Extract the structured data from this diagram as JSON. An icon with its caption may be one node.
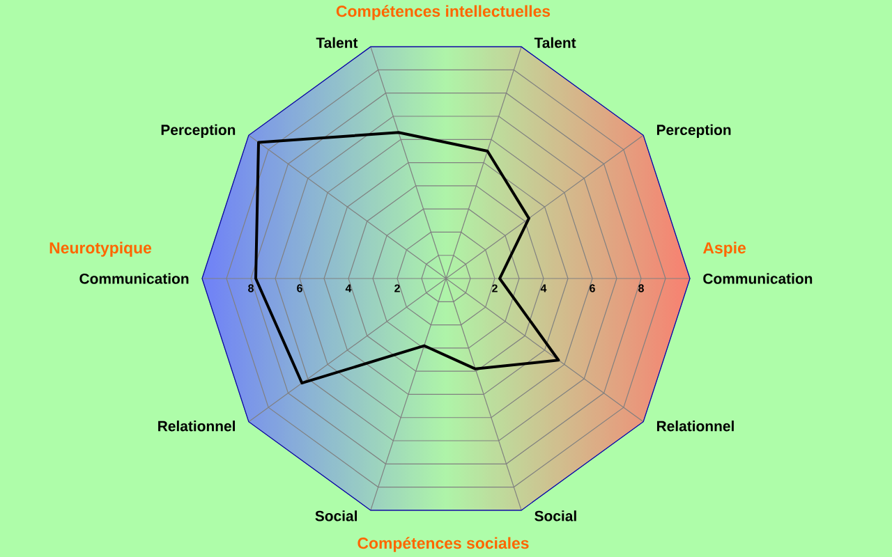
{
  "diagram": {
    "labels": [
      "Compétences intellectuelles",
      "Neurotypique",
      "Aspie",
      "Compétences sociales"
    ],
    "chart_data": {
      "type": "radar",
      "categories": [
        "Talent",
        "Talent",
        "Perception",
        "Communication",
        "Relationnel",
        "Social",
        "Social",
        "Relationnel",
        "Communication",
        "Perception"
      ],
      "series": [
        {
          "color": "#000000",
          "values": [
            6.3,
            5.5,
            4.2,
            2.2,
            5.7,
            3.9,
            2.9,
            7.3,
            7.8,
            9.5
          ]
        }
      ],
      "ylim": [
        0,
        10
      ],
      "yticks": [
        8,
        6,
        4,
        2,
        2,
        4,
        6,
        8
      ]
    }
  }
}
